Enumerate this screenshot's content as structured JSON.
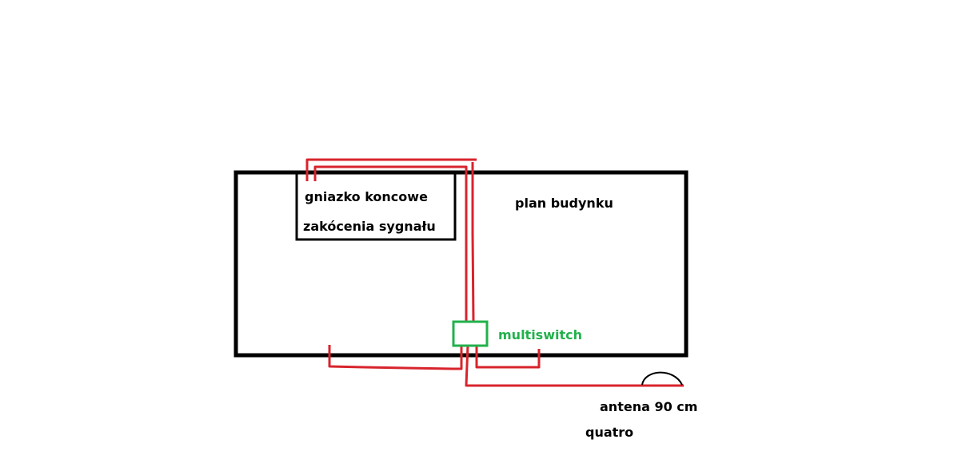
{
  "labels": {
    "socket_line1": "gniazko koncowe",
    "socket_line2": "zakócenia sygnału",
    "building": "plan budynku",
    "multiswitch": "multiswitch",
    "antenna": "antena 90 cm",
    "lnb": "quatro"
  },
  "colors": {
    "outline": "#000000",
    "cable": "#d8242c",
    "multiswitch": "#22b14c"
  },
  "icons": {
    "dish": "satellite-dish-icon"
  }
}
